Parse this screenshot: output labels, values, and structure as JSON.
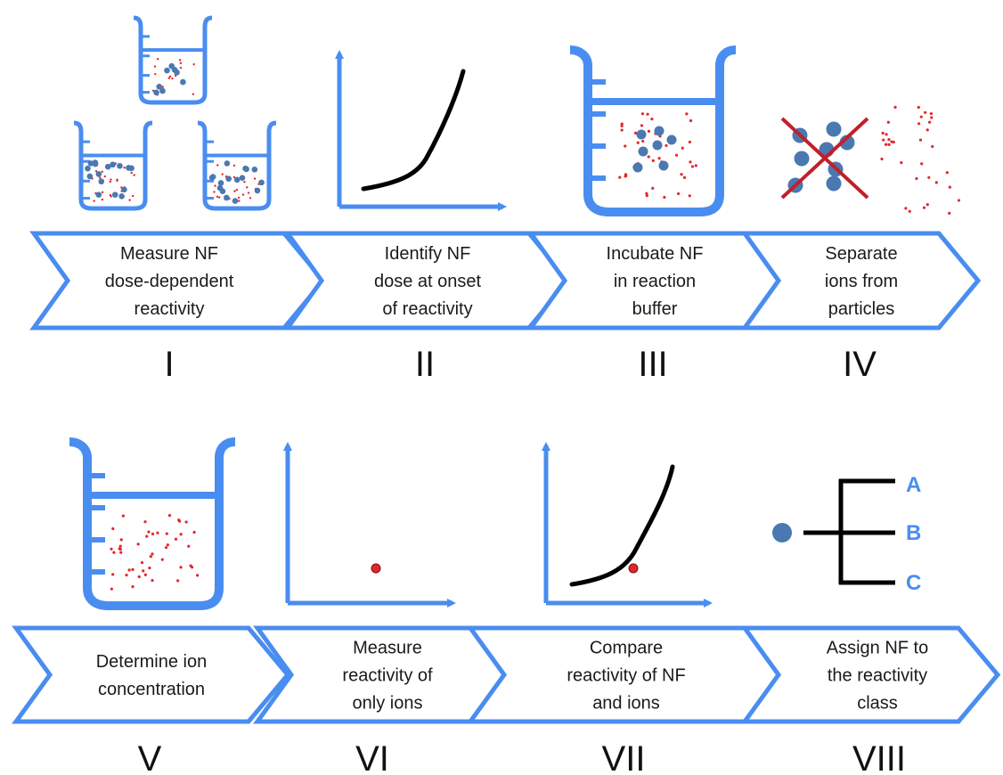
{
  "colors": {
    "blue": "#4a8df0",
    "particle": "#4a78b0",
    "ion": "#e2272b",
    "cross": "#c0202a",
    "curve": "#000000",
    "text": "#1a1a1a"
  },
  "steps": [
    {
      "numeral": "I",
      "lines": [
        "Measure NF",
        "dose-dependent",
        "reactivity"
      ]
    },
    {
      "numeral": "II",
      "lines": [
        "Identify NF",
        "dose at onset",
        "of reactivity"
      ]
    },
    {
      "numeral": "III",
      "lines": [
        "Incubate NF",
        "in reaction",
        "buffer"
      ]
    },
    {
      "numeral": "IV",
      "lines": [
        "Separate",
        "ions from",
        "particles"
      ]
    },
    {
      "numeral": "V",
      "lines": [
        "Determine ion",
        "concentration"
      ]
    },
    {
      "numeral": "VI",
      "lines": [
        "Measure",
        "reactivity of",
        "only ions"
      ]
    },
    {
      "numeral": "VII",
      "lines": [
        "Compare",
        "reactivity of NF",
        "and ions"
      ]
    },
    {
      "numeral": "VIII",
      "lines": [
        "Assign NF to",
        "the reactivity",
        "class"
      ]
    }
  ],
  "classes": [
    "A",
    "B",
    "C"
  ],
  "icons": {
    "step1": "three-beakers-with-particles-icon",
    "step2": "dose-response-graph-icon",
    "step3": "beaker-with-particles-and-ions-icon",
    "step4": "crossed-out-particles-icon",
    "step5": "beaker-with-ions-icon",
    "step6": "single-point-graph-icon",
    "step7": "curve-with-point-graph-icon",
    "step8": "classification-tree-icon"
  }
}
